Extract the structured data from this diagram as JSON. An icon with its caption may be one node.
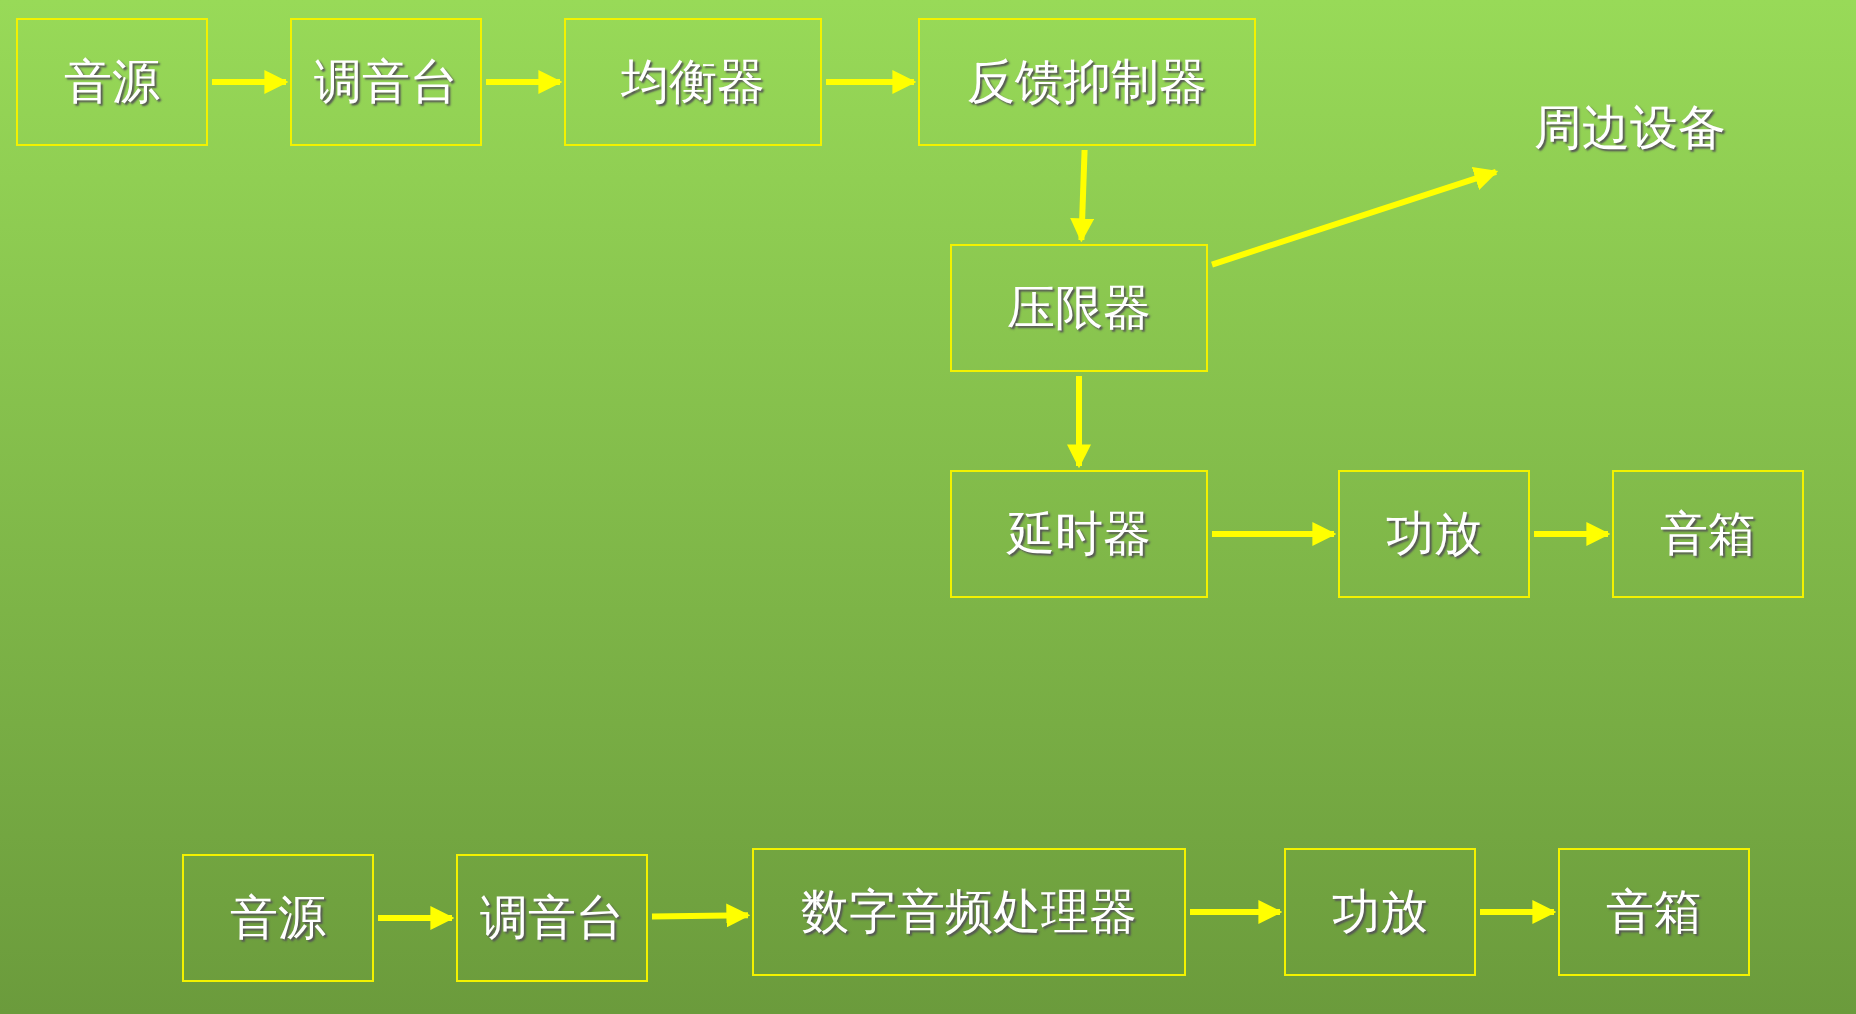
{
  "diagram": {
    "nodes": [
      {
        "text": [
          "音源"
        ]
      },
      {
        "text": [
          "调音台"
        ]
      },
      {
        "text": [
          "均衡器"
        ]
      },
      {
        "text": [
          "反馈抑制器"
        ]
      },
      {
        "text": [
          "周边设备"
        ]
      },
      {
        "text": [
          "压限器"
        ]
      },
      {
        "text": [
          "延时器"
        ]
      },
      {
        "text": [
          "功放"
        ]
      },
      {
        "text": [
          "音箱"
        ]
      },
      {
        "text": [
          "音源"
        ]
      },
      {
        "text": [
          "调音台"
        ]
      },
      {
        "text": [
          "数字音频处理器"
        ]
      },
      {
        "text": [
          "功放"
        ]
      },
      {
        "text": [
          "音箱"
        ]
      }
    ],
    "edges": [
      {
        "from": 0,
        "to": 1,
        "arrow": "to"
      },
      {
        "from": 1,
        "to": 2,
        "arrow": "to"
      },
      {
        "from": 2,
        "to": 3,
        "arrow": "to"
      },
      {
        "from": 3,
        "to": 5,
        "arrow": "to"
      },
      {
        "from": 5,
        "to": 4,
        "arrow": "to"
      },
      {
        "from": 5,
        "to": 6,
        "arrow": "to"
      },
      {
        "from": 6,
        "to": 7,
        "arrow": "to"
      },
      {
        "from": 7,
        "to": 8,
        "arrow": "to"
      },
      {
        "from": 9,
        "to": 10,
        "arrow": "to"
      },
      {
        "from": 10,
        "to": 11,
        "arrow": "to"
      },
      {
        "from": 11,
        "to": 12,
        "arrow": "to"
      },
      {
        "from": 12,
        "to": 13,
        "arrow": "to"
      }
    ]
  }
}
